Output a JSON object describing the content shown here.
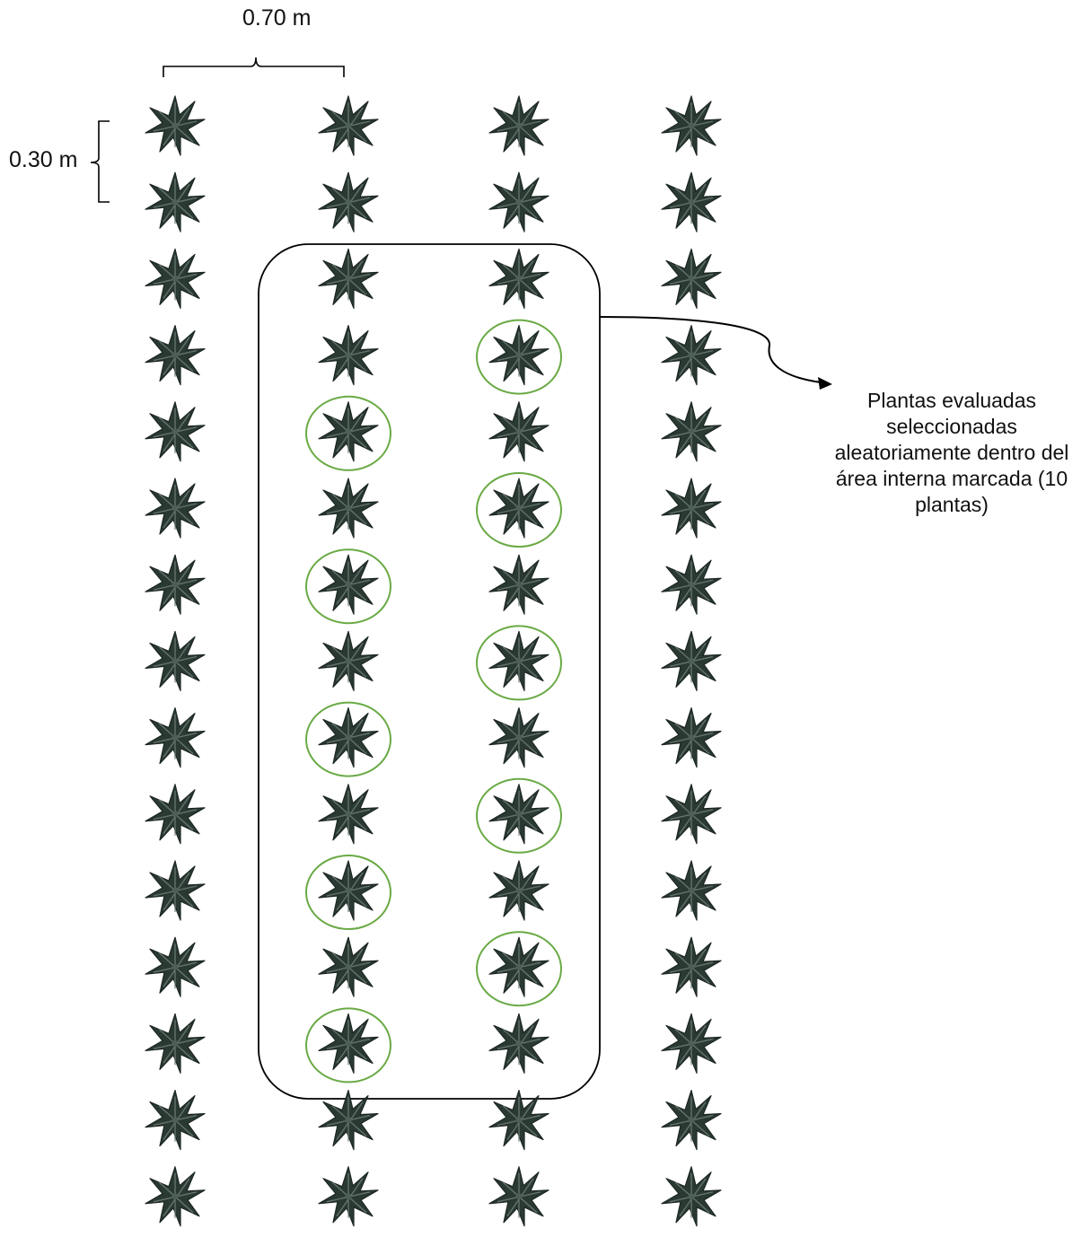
{
  "diagram": {
    "column_spacing_label": "0.70 m",
    "row_spacing_label": "0.30 m",
    "note": "Plantas evaluadas seleccionadas aleatoriamente dentro del área interna marcada (10 plantas)",
    "grid": {
      "columns": 4,
      "rows": 15
    },
    "inner_area": {
      "columns": [
        2,
        3
      ],
      "rows": [
        3,
        13
      ]
    },
    "selected_plants": [
      {
        "column": 3,
        "row": 4
      },
      {
        "column": 2,
        "row": 5
      },
      {
        "column": 3,
        "row": 6
      },
      {
        "column": 2,
        "row": 7
      },
      {
        "column": 3,
        "row": 8
      },
      {
        "column": 2,
        "row": 9
      },
      {
        "column": 3,
        "row": 10
      },
      {
        "column": 2,
        "row": 11
      },
      {
        "column": 3,
        "row": 12
      },
      {
        "column": 2,
        "row": 13
      }
    ],
    "colors": {
      "plant": "#2a3a33",
      "plant_vein": "#6f7d75",
      "highlight": "#6aaa45",
      "line": "#000000"
    },
    "plant_icon": "plant-icon",
    "arrow_icon": "arrow-icon"
  }
}
